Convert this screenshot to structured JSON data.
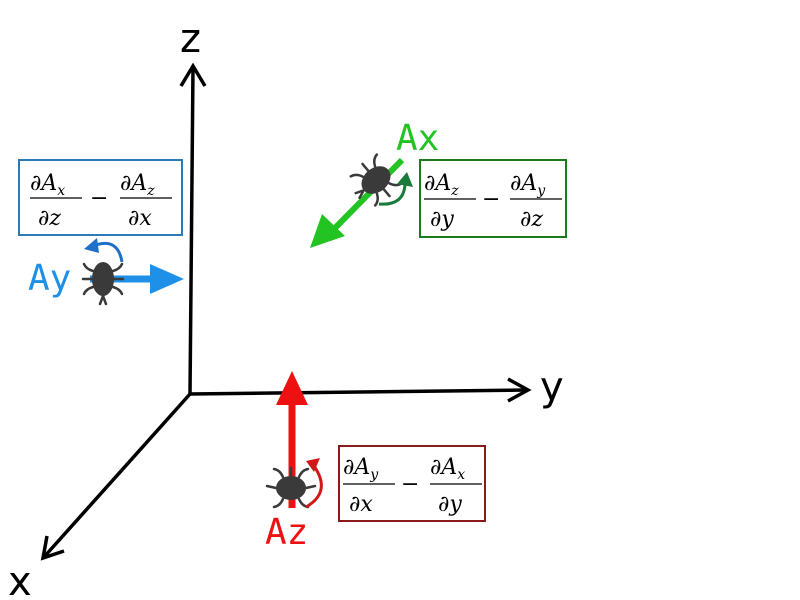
{
  "axes": {
    "x_label": "x",
    "y_label": "y",
    "z_label": "z"
  },
  "components": {
    "ax": {
      "label": "Ax",
      "color": "#22c322",
      "box_color": "#1e7a1e",
      "curl_color": "#1a7a3a",
      "formula": {
        "term1_num": "∂A",
        "term1_num_sub": "z",
        "term1_den": "∂y",
        "minus": "−",
        "term2_num": "∂A",
        "term2_num_sub": "y",
        "term2_den": "∂z"
      }
    },
    "ay": {
      "label": "Ay",
      "color": "#1e90e8",
      "box_color": "#2a7bb8",
      "curl_color": "#1e6fc8",
      "formula": {
        "term1_num": "∂A",
        "term1_num_sub": "x",
        "term1_den": "∂z",
        "minus": "−",
        "term2_num": "∂A",
        "term2_num_sub": "z",
        "term2_den": "∂x"
      }
    },
    "az": {
      "label": "Az",
      "color": "#ee1111",
      "box_color": "#8b1a1a",
      "curl_color": "#d01818",
      "formula": {
        "term1_num": "∂A",
        "term1_num_sub": "y",
        "term1_den": "∂x",
        "minus": "−",
        "term2_num": "∂A",
        "term2_num_sub": "x",
        "term2_den": "∂y"
      }
    }
  },
  "bug_color": "#3a3a3a"
}
